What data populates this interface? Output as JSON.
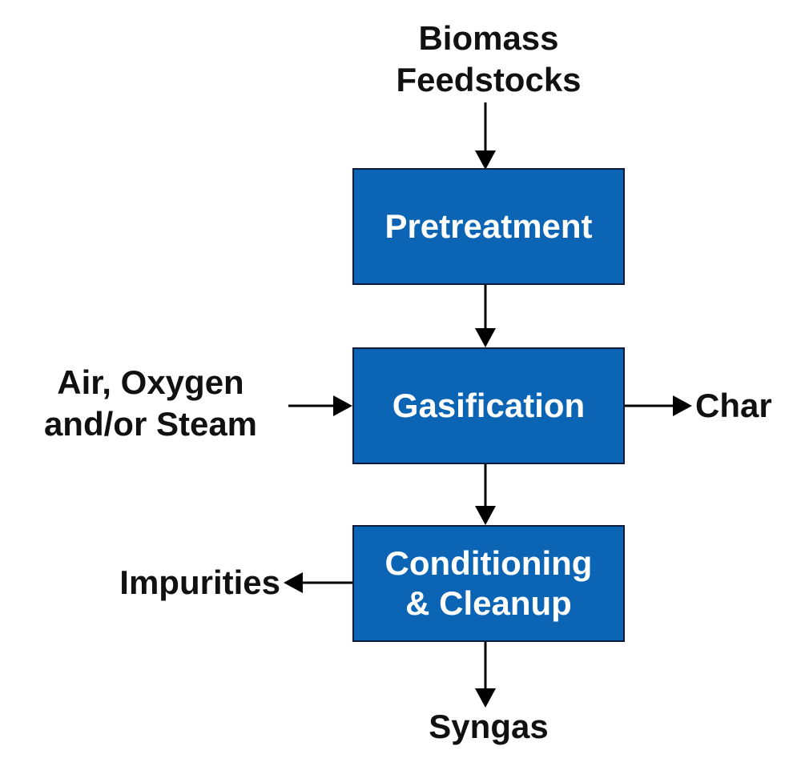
{
  "colors": {
    "box_fill": "#0b64b4",
    "box_border": "#0d1b3a",
    "box_text": "#ffffff",
    "label_text": "#111111",
    "arrow": "#000000"
  },
  "inputs": {
    "feedstock_line1": "Biomass",
    "feedstock_line2": "Feedstocks",
    "oxidant_line1": "Air, Oxygen",
    "oxidant_line2": "and/or Steam"
  },
  "process_steps": {
    "pretreatment": "Pretreatment",
    "gasification": "Gasification",
    "conditioning_line1": "Conditioning",
    "conditioning_line2": "& Cleanup"
  },
  "outputs": {
    "char": "Char",
    "impurities": "Impurities",
    "syngas": "Syngas"
  }
}
